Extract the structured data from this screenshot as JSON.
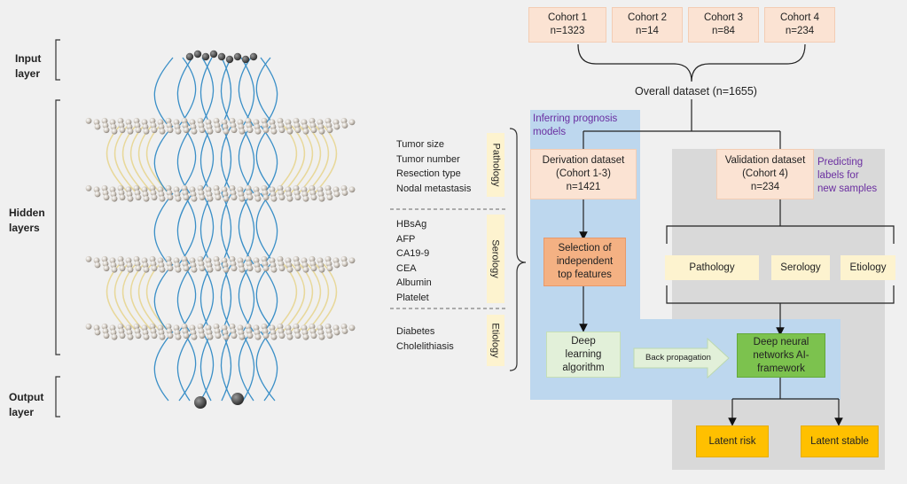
{
  "layers": {
    "input": [
      "Input",
      "layer"
    ],
    "hidden": [
      "Hidden",
      "layers"
    ],
    "output": [
      "Output",
      "layer"
    ]
  },
  "feature_groups": [
    {
      "name": "Pathology",
      "items": [
        "Tumor size",
        "Tumor number",
        "Resection type",
        "Nodal metastasis"
      ]
    },
    {
      "name": "Serology",
      "items": [
        "HBsAg",
        "AFP",
        "CA19-9",
        "CEA",
        "Albumin",
        "Platelet"
      ]
    },
    {
      "name": "Etiology",
      "items": [
        "Diabetes",
        "Cholelithiasis"
      ]
    }
  ],
  "cohorts": [
    {
      "name": "Cohort 1",
      "n": "n=1323"
    },
    {
      "name": "Cohort 2",
      "n": "n=14"
    },
    {
      "name": "Cohort 3",
      "n": "n=84"
    },
    {
      "name": "Cohort 4",
      "n": "n=234"
    }
  ],
  "overall": "Overall dataset (n=1655)",
  "inferring": [
    "Inferring prognosis",
    "models"
  ],
  "predicting": [
    "Predicting",
    "labels for",
    "new samples"
  ],
  "derivation": [
    "Derivation dataset",
    "(Cohort 1-3)",
    "n=1421"
  ],
  "validation": [
    "Validation dataset",
    "(Cohort 4)",
    "n=234"
  ],
  "selection": [
    "Selection of",
    "independent",
    "top features"
  ],
  "deep_learning": [
    "Deep",
    "learning",
    "algorithm"
  ],
  "back_propagation": "Back propagation",
  "dnn": [
    "Deep neural",
    "networks AI-",
    "framework"
  ],
  "validation_features": [
    "Pathology",
    "Serology",
    "Etiology"
  ],
  "outcomes": [
    "Latent risk",
    "Latent stable"
  ],
  "colors": {
    "peach": "#fbe3d3",
    "blue_panel": "#bdd7ee",
    "gray_panel": "#d9d9d9",
    "orange": "#f4b183",
    "green_light": "#e2f0d9",
    "green": "#7cc24e",
    "yellow": "#ffc000",
    "node": "#c9c2b9",
    "curve_blue": "#3a8fc7",
    "curve_yellow": "#e8d89a"
  }
}
